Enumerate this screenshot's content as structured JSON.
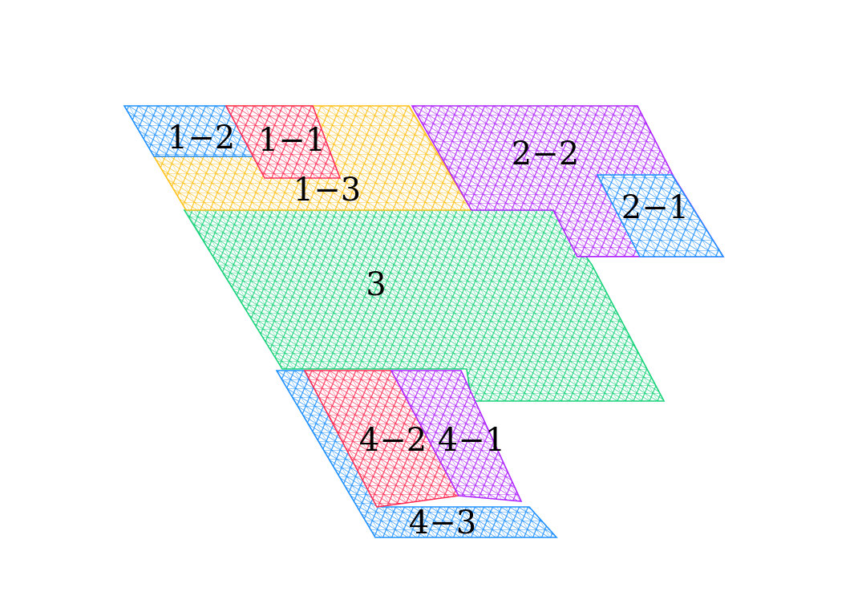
{
  "regions": [
    {
      "id": "1-2",
      "label": "1−2",
      "color": "#1E90FF"
    },
    {
      "id": "1-1",
      "label": "1−1",
      "color": "#FF2D55"
    },
    {
      "id": "1-3",
      "label": "1−3",
      "color": "#FFC11A"
    },
    {
      "id": "2-2",
      "label": "2−2",
      "color": "#B026FF"
    },
    {
      "id": "2-1",
      "label": "2−1",
      "color": "#1E90FF"
    },
    {
      "id": "3",
      "label": "3",
      "color": "#18D27A"
    },
    {
      "id": "4-3",
      "label": "4−3",
      "color": "#1E90FF"
    },
    {
      "id": "4-2",
      "label": "4−2",
      "color": "#FF2D55"
    },
    {
      "id": "4-1",
      "label": "4−1",
      "color": "#B026FF"
    }
  ]
}
